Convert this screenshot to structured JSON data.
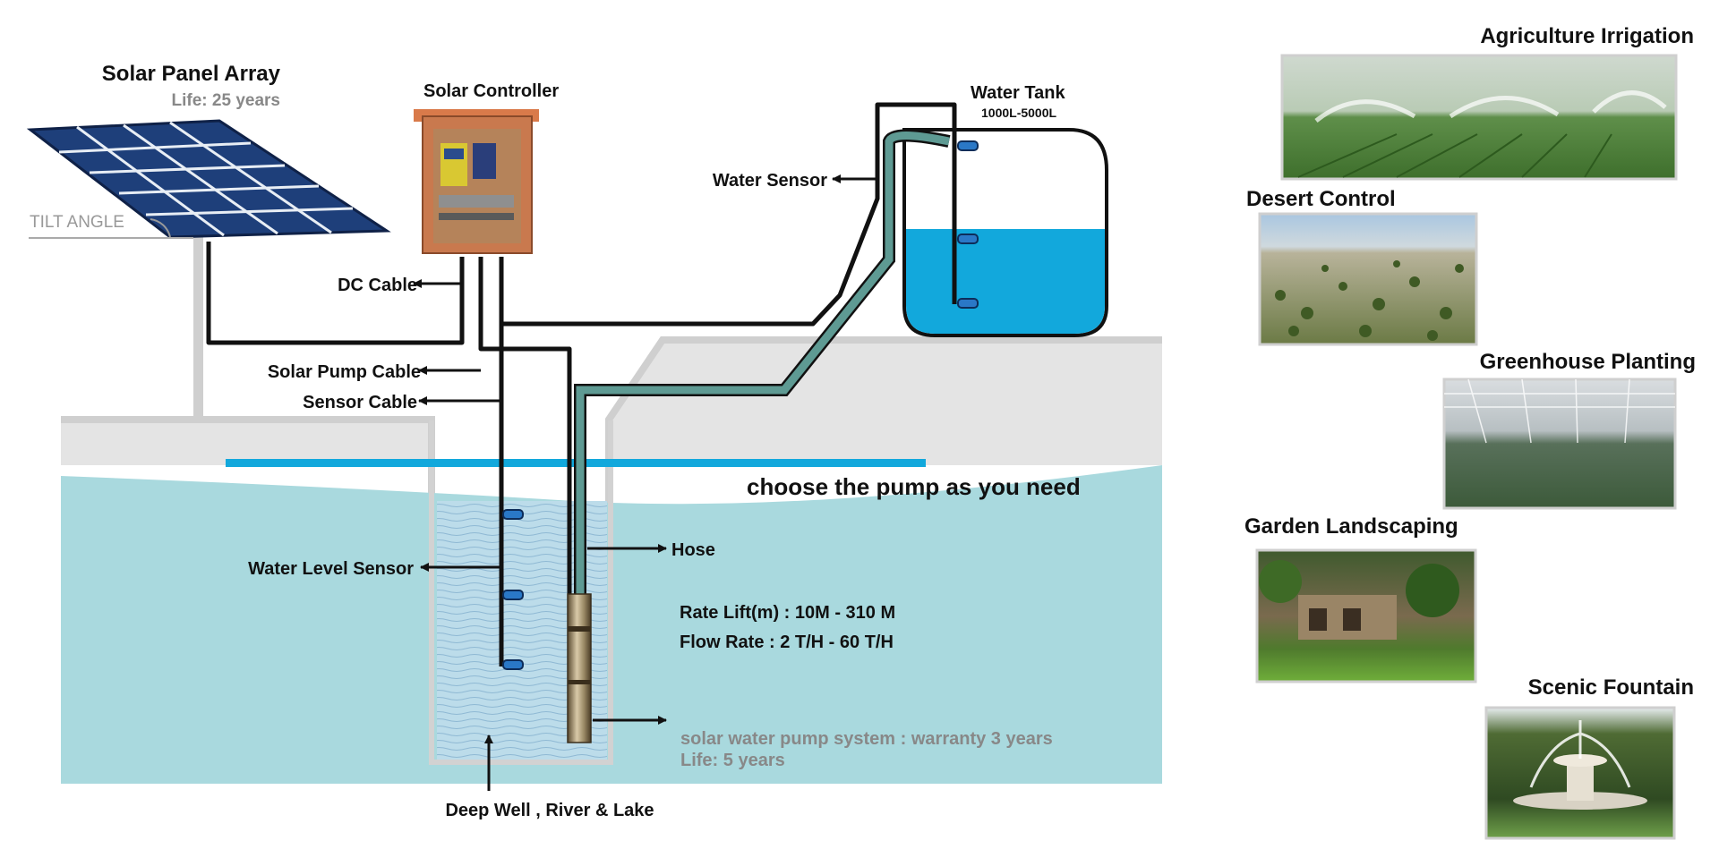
{
  "diagram": {
    "solar_panel": {
      "title": "Solar Panel Array",
      "life": "Life:  25 years",
      "tilt": "TILT ANGLE"
    },
    "controller": {
      "title": "Solar Controller"
    },
    "tank": {
      "title": "Water Tank",
      "capacity": "1000L-5000L"
    },
    "labels": {
      "water_sensor": "Water Sensor",
      "dc_cable": "DC Cable",
      "solar_pump_cable": "Solar Pump Cable",
      "sensor_cable": "Sensor Cable",
      "water_level_sensor": "Water Level Sensor",
      "hose": "Hose",
      "deep_well": "Deep Well , River & Lake"
    },
    "tagline": "choose the pump as you need",
    "specs": {
      "rate_lift": "Rate Lift(m) : 10M - 310 M",
      "flow_rate": "Flow Rate : 2 T/H - 60 T/H"
    },
    "warranty": {
      "line1": "solar water pump system : warranty 3 years",
      "line2": "Life: 5 years"
    }
  },
  "applications": [
    {
      "title": "Agriculture Irrigation"
    },
    {
      "title": "Desert Control"
    },
    {
      "title": "Greenhouse Planting"
    },
    {
      "title": "Garden Landscaping"
    },
    {
      "title": "Scenic Fountain"
    }
  ],
  "colors": {
    "water": "#a9d9de",
    "tank_water": "#12a8dc",
    "panel": "#1e3f7a",
    "hose": "#5e9a93",
    "ground": "#e4e4e4"
  }
}
